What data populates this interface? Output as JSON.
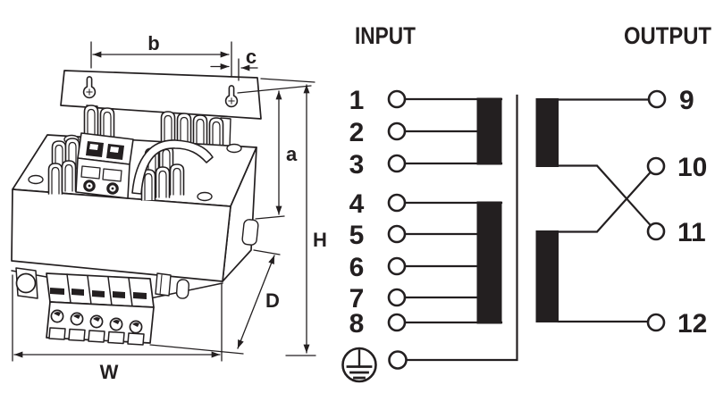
{
  "figure": {
    "description_labels": {
      "input_title": "INPUT",
      "output_title": "OUTPUT"
    },
    "schematic": {
      "input_terminals": [
        "1",
        "2",
        "3",
        "4",
        "5",
        "6",
        "7",
        "8"
      ],
      "output_terminals": [
        "9",
        "10",
        "11",
        "12"
      ],
      "ground_icon": "protective-earth-icon",
      "windings": {
        "primary_bars": 2,
        "secondary_bars": 2,
        "crossover_between": [
          "10",
          "11"
        ]
      }
    },
    "drawing": {
      "dimension_labels": {
        "b": "b",
        "c": "c",
        "a": "a",
        "H": "H",
        "D": "D",
        "W": "W"
      }
    },
    "colors": {
      "ink": "#231f20",
      "paper": "#ffffff"
    }
  }
}
